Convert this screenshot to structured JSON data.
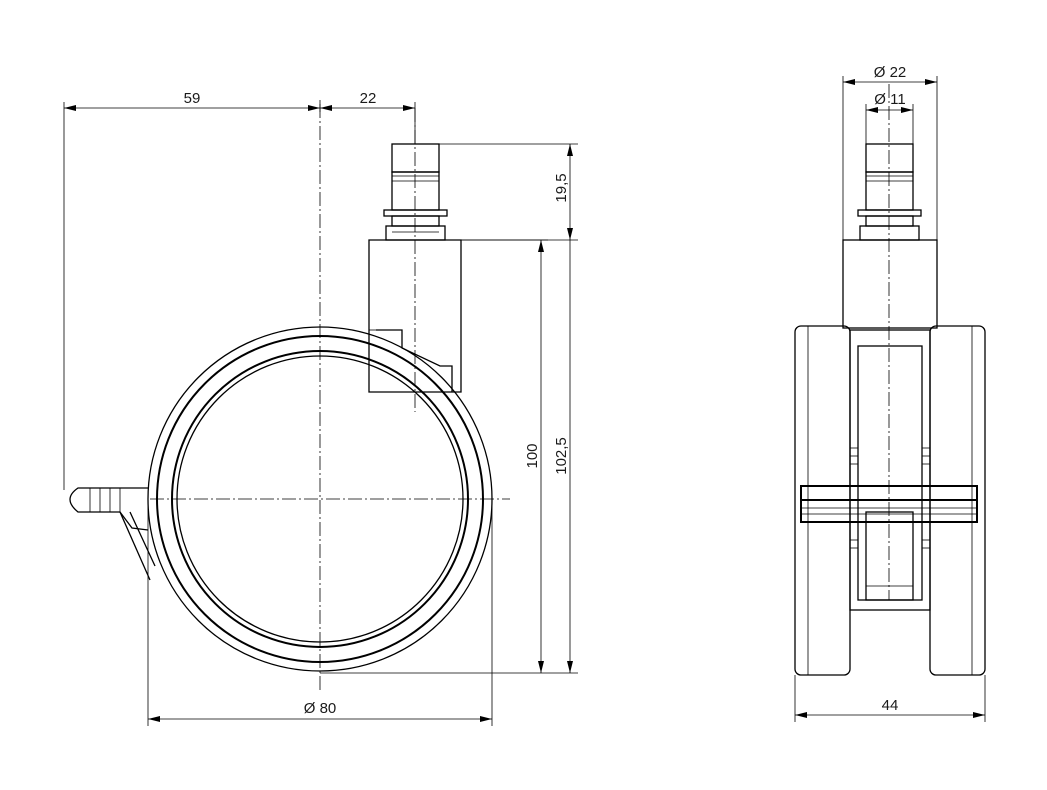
{
  "dimensions": {
    "offset_width": "59",
    "stem_offset": "22",
    "stem_height": "19,5",
    "wheel_height": "100",
    "total_height": "102,5",
    "wheel_diameter": "Ø 80",
    "housing_diameter": "Ø 22",
    "stem_diameter": "Ø 11",
    "wheel_width": "44"
  }
}
